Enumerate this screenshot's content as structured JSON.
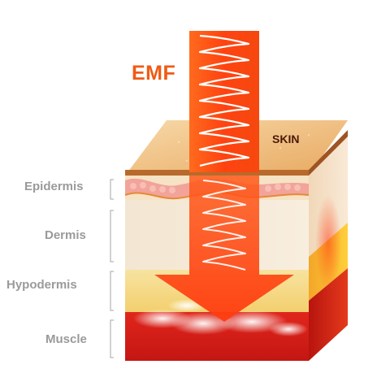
{
  "title": "EMF",
  "skin_label": "SKIN",
  "layers": [
    {
      "key": "epidermis",
      "label": "Epidermis"
    },
    {
      "key": "dermis",
      "label": "Dermis"
    },
    {
      "key": "hypodermis",
      "label": "Hypodermis"
    },
    {
      "key": "muscle",
      "label": "Muscle"
    }
  ],
  "colors": {
    "arrow": "#ff4a12",
    "label_gray": "#9a9a9a",
    "emf_orange": "#f05a14",
    "muscle_red": "#d8201a",
    "fat_yellow": "#f5c23a"
  }
}
